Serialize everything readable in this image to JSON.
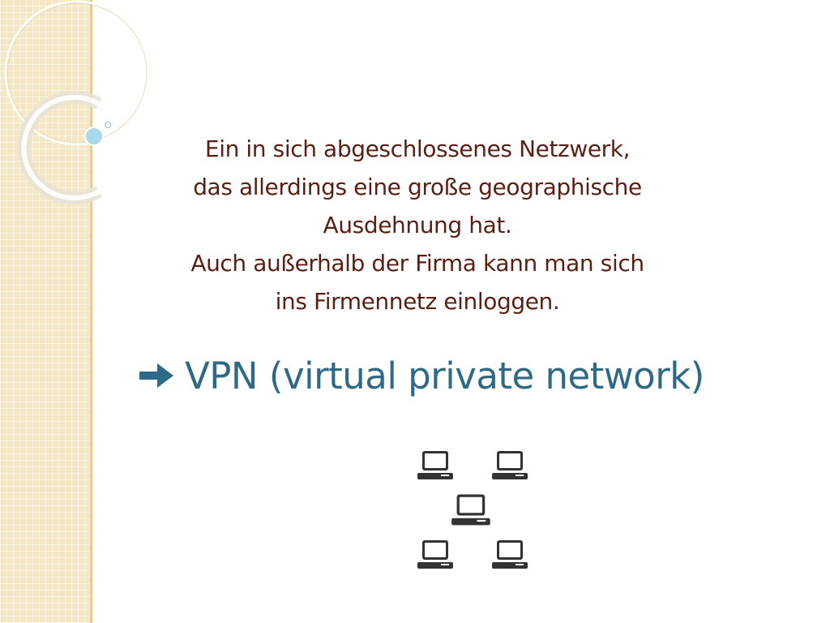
{
  "slide": {
    "text_lines": [
      "Ein in sich abgeschlossenes Netzwerk,",
      "das allerdings eine große geographische",
      "Ausdehnung hat.",
      "Auch außerhalb der Firma kann man sich",
      "ins Firmennetz einloggen."
    ],
    "conclusion": {
      "arrow_icon": "arrow-right-icon",
      "text": "VPN (virtual private network)"
    },
    "network_icons": [
      "laptop-icon",
      "laptop-icon",
      "laptop-icon",
      "laptop-icon",
      "laptop-icon"
    ]
  },
  "colors": {
    "body_text": "#5a1f12",
    "accent": "#2e6a86",
    "side_strip": "#f5e7c2",
    "icon": "#333333"
  }
}
